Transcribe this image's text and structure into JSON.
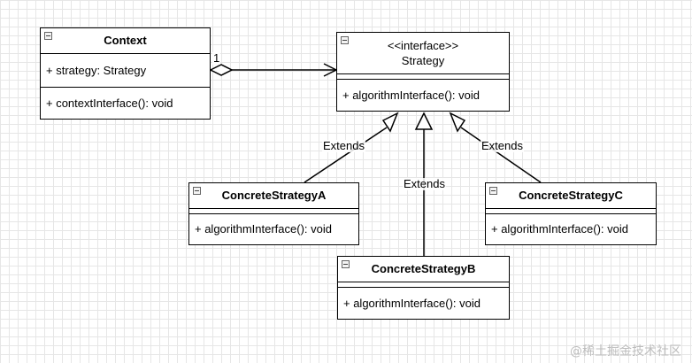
{
  "context": {
    "name": "Context",
    "attribute": "+ strategy: Strategy",
    "operation": "+ contextInterface(): void"
  },
  "strategy": {
    "stereotype": "<<interface>>",
    "name": "Strategy",
    "operation": "+ algorithmInterface(): void"
  },
  "concrete_a": {
    "name": "ConcreteStrategyA",
    "operation": "+ algorithmInterface(): void"
  },
  "concrete_b": {
    "name": "ConcreteStrategyB",
    "operation": "+ algorithmInterface(): void"
  },
  "concrete_c": {
    "name": "ConcreteStrategyC",
    "operation": "+ algorithmInterface(): void"
  },
  "relations": {
    "aggregation_multiplicity": "1",
    "extends_a": "Extends",
    "extends_b": "Extends",
    "extends_c": "Extends"
  },
  "watermark": "@稀土掘金技术社区"
}
